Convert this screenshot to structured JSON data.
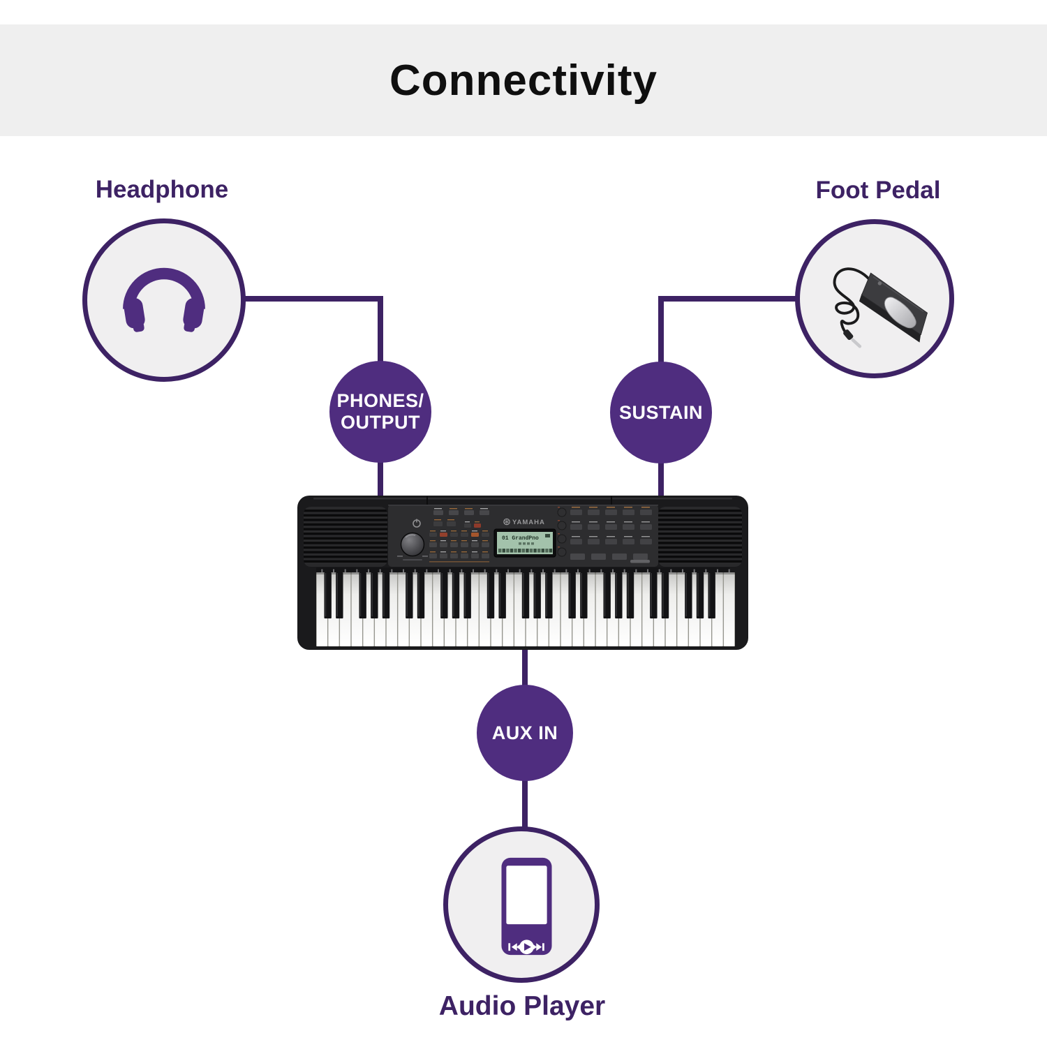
{
  "header": {
    "title": "Connectivity"
  },
  "colors": {
    "purple": "#4F2D7F",
    "dark_purple": "#3D2264",
    "band_bg": "#efefef",
    "circle_bg": "#F0EFF0",
    "lcd_green": "#A3C2AB"
  },
  "devices": {
    "headphone": {
      "label": "Headphone",
      "icon": "headphones-icon"
    },
    "foot_pedal": {
      "label": "Foot Pedal",
      "icon": "sustain-pedal-icon"
    },
    "audio_player": {
      "label": "Audio Player",
      "icon": "media-player-icon"
    }
  },
  "ports": {
    "phones_output": {
      "line1": "PHONES/",
      "line2": "OUTPUT"
    },
    "sustain": {
      "label": "SUSTAIN"
    },
    "aux_in": {
      "label": "AUX IN"
    }
  },
  "keyboard": {
    "brand": "YAMAHA",
    "display_text": "01 GrandPno",
    "icon": "yamaha-keyboard-image",
    "white_keys": 36,
    "black_keys": 25
  }
}
